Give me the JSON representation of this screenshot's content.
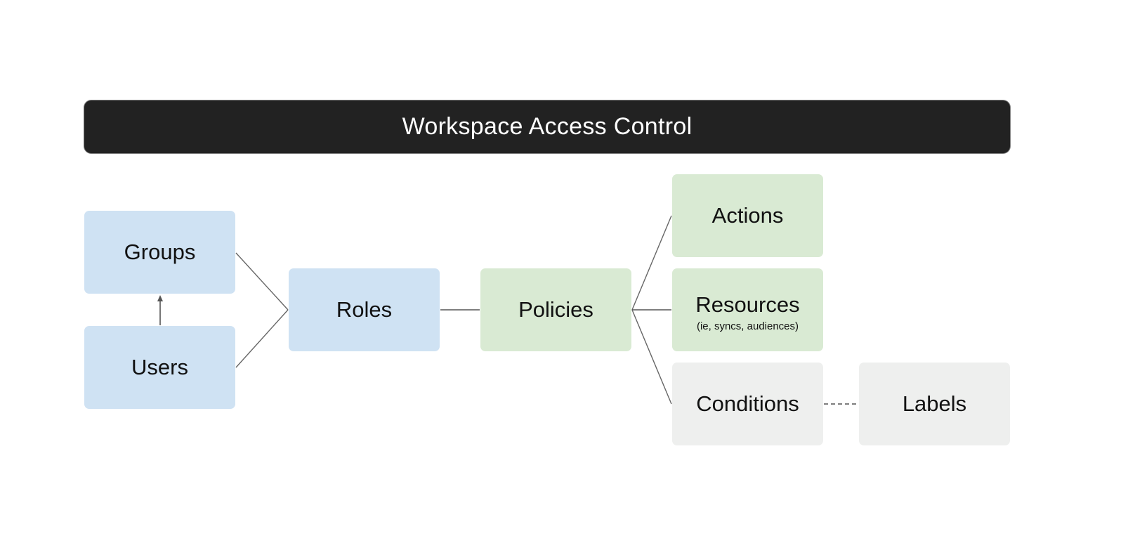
{
  "title": "Workspace Access Control",
  "colors": {
    "header_bg": "#222222",
    "header_text": "#ffffff",
    "identity_fill": "#cfe2f3",
    "policy_fill": "#d9ead3",
    "condition_fill": "#eeefee",
    "edge": "#555555"
  },
  "nodes": {
    "groups": {
      "label": "Groups"
    },
    "users": {
      "label": "Users"
    },
    "roles": {
      "label": "Roles"
    },
    "policies": {
      "label": "Policies"
    },
    "actions": {
      "label": "Actions"
    },
    "resources": {
      "label": "Resources",
      "sublabel": "(ie, syncs, audiences)"
    },
    "conditions": {
      "label": "Conditions"
    },
    "labels": {
      "label": "Labels"
    }
  },
  "edges": [
    {
      "from": "Users",
      "to": "Groups",
      "style": "arrow"
    },
    {
      "from": "Groups",
      "to": "Roles",
      "style": "solid"
    },
    {
      "from": "Users",
      "to": "Roles",
      "style": "solid"
    },
    {
      "from": "Roles",
      "to": "Policies",
      "style": "solid"
    },
    {
      "from": "Policies",
      "to": "Actions",
      "style": "solid"
    },
    {
      "from": "Policies",
      "to": "Resources",
      "style": "solid"
    },
    {
      "from": "Policies",
      "to": "Conditions",
      "style": "solid"
    },
    {
      "from": "Conditions",
      "to": "Labels",
      "style": "dashed"
    }
  ]
}
